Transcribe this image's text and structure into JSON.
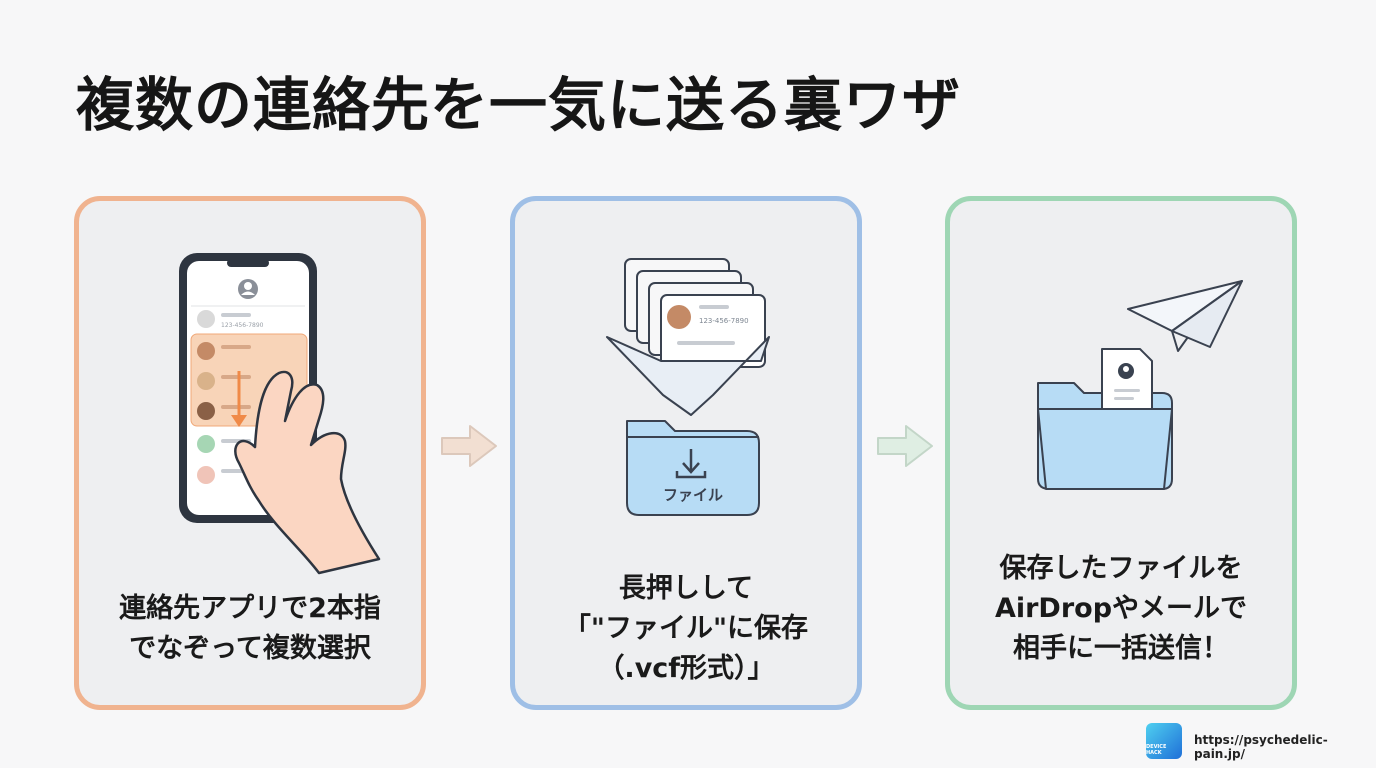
{
  "title": "複数の連絡先を一気に送る裏ワザ",
  "steps": [
    {
      "caption_lines": [
        "連絡先アプリで2本指",
        "でなぞって複数選択"
      ],
      "illustration": {
        "contact_number": "123-456-7890",
        "icons": [
          "phone-icon",
          "hand-icon",
          "avatar-icon"
        ]
      }
    },
    {
      "caption_lines": [
        "長押しして",
        "「\"ファイル\"に保存",
        "（.vcf形式）」"
      ],
      "illustration": {
        "contact_number": "123-456-7890",
        "folder_label": "ファイル",
        "icons": [
          "contact-card-icon",
          "funnel-arrow-icon",
          "download-icon",
          "folder-icon"
        ]
      }
    },
    {
      "caption_lines": [
        "保存したファイルを",
        "AirDropやメールで",
        "相手に一括送信！"
      ],
      "illustration": {
        "icons": [
          "folder-icon",
          "document-icon",
          "paper-plane-icon"
        ]
      }
    }
  ],
  "footer": {
    "logo_text": "DEVICE HACK",
    "url": "https://psychedelic-pain.jp/"
  },
  "colors": {
    "step1_border": "#f0b38f",
    "step2_border": "#9fbfe6",
    "step3_border": "#9ed6b4",
    "folder_fill": "#b7dcf5",
    "highlight": "#f8d4b8"
  }
}
